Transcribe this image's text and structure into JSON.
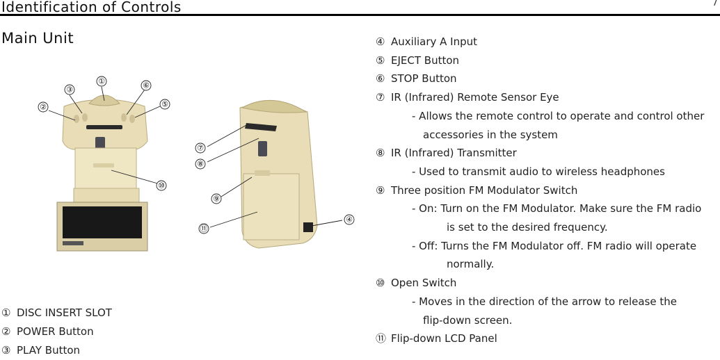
{
  "header": {
    "title": "Identification of Controls",
    "page_number": "7"
  },
  "section_title": "Main Unit",
  "callout_markers": [
    "①",
    "②",
    "③",
    "⑥",
    "⑤",
    "⑦",
    "⑧",
    "⑨",
    "⑩",
    "⑪",
    "④"
  ],
  "left_list": [
    {
      "marker": "①",
      "label": "DISC INSERT SLOT"
    },
    {
      "marker": "②",
      "label": "POWER Button"
    },
    {
      "marker": "③",
      "label": "PLAY Button"
    }
  ],
  "right_list": {
    "item4": {
      "marker": "④",
      "label": "Auxiliary A Input"
    },
    "item5": {
      "marker": "⑤",
      "label": "EJECT Button"
    },
    "item6": {
      "marker": "⑥",
      "label": "STOP Button"
    },
    "item7": {
      "marker": "⑦",
      "label": "IR (Infrared) Remote Sensor Eye",
      "desc1": "- Allows the remote control to operate and control other",
      "desc2": "accessories in the system"
    },
    "item8": {
      "marker": "⑧",
      "label": "IR (Infrared) Transmitter",
      "desc1": "- Used to transmit audio to wireless headphones"
    },
    "item9": {
      "marker": "⑨",
      "label": "Three position FM Modulator Switch",
      "on1": "- On: Turn on the FM Modulator.  Make sure the FM radio",
      "on2": "is set to the desired frequency.",
      "off1": "- Off: Turns the FM Modulator off.  FM radio will operate",
      "off2": "normally."
    },
    "item10": {
      "marker": "⑩",
      "label": "Open Switch",
      "desc1": "- Moves in the direction of the arrow to release the",
      "desc2": "flip-down screen."
    },
    "item11": {
      "marker": "⑪",
      "label": "Flip-down LCD Panel"
    }
  }
}
